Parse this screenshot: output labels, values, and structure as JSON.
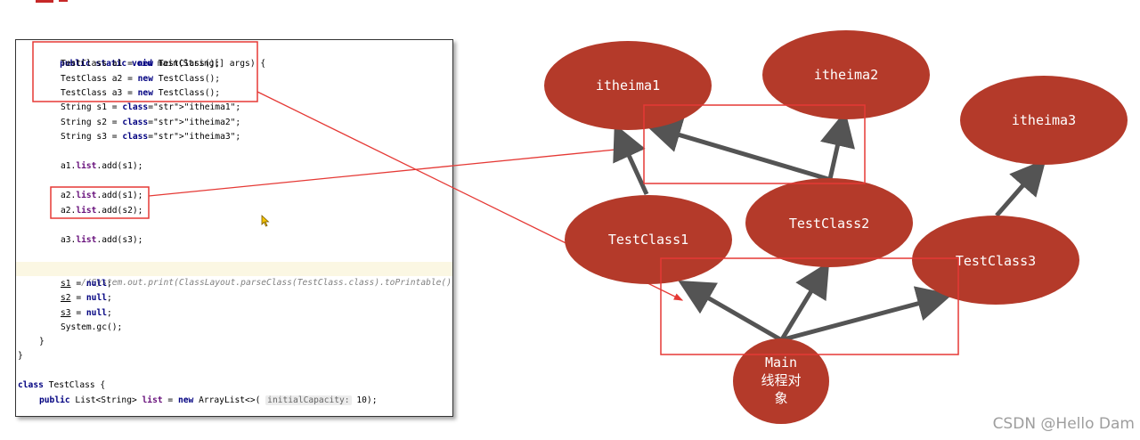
{
  "code": {
    "lines": [
      "public static void main(String[] args) {",
      "TestClass a1 = new TestClass();",
      "TestClass a2 = new TestClass();",
      "TestClass a3 = new TestClass();",
      "String s1 = \"itheima1\";",
      "String s2 = \"itheima2\";",
      "String s3 = \"itheima3\";",
      "a1.list.add(s1);",
      "a2.list.add(s1);",
      "a2.list.add(s2);",
      "a3.list.add(s3);",
      "//System.out.print(ClassLayout.parseClass(TestClass.class).toPrintable());",
      "s1 = null;",
      "s2 = null;",
      "s3 = null;",
      "System.gc();",
      "}",
      "}",
      "class TestClass {",
      "public List<String> list = new ArrayList<>( initialCapacity: 10);"
    ]
  },
  "nodes": {
    "itheima1": "itheima1",
    "itheima2": "itheima2",
    "itheima3": "itheima3",
    "testclass1": "TestClass1",
    "testclass2": "TestClass2",
    "testclass3": "TestClass3",
    "main_line1": "Main",
    "main_line2": "线程对",
    "main_line3": "象"
  },
  "colors": {
    "node_fill": "#b43a2a",
    "highlight_red": "#e53935",
    "edge_gray": "#545454"
  },
  "watermark": "CSDN @Hello Dam"
}
